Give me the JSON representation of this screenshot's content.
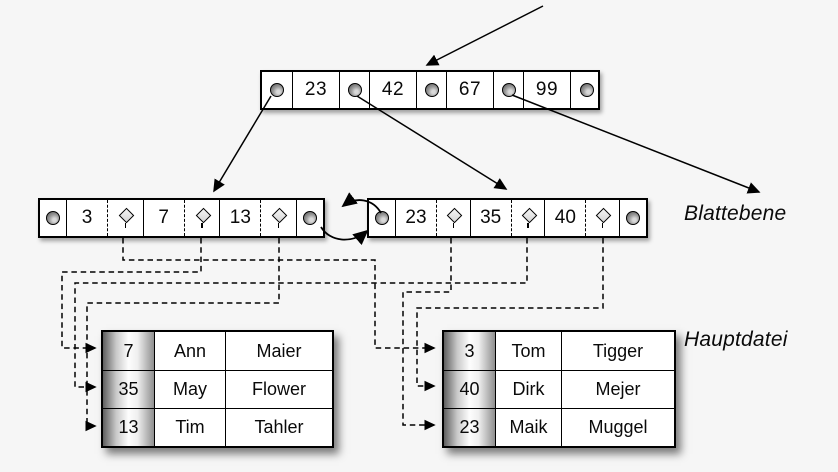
{
  "colors": {
    "background": "#f6f6f6",
    "ink": "#000000",
    "node_fill": "#ffffff",
    "pointer_circle_fill": "#8f8f8f",
    "key_column_edge": "#5f5f5f"
  },
  "icons": {
    "pointer_circle": "●",
    "record_pointer_diamond": "◇",
    "sibling_link": "⤸⤹",
    "arrow": "➤"
  },
  "labels": {
    "leaf_level": "Blattebene",
    "main_file": "Hauptdatei"
  },
  "index": {
    "root": {
      "keys": [
        "23",
        "42",
        "67",
        "99"
      ]
    },
    "leaves": [
      {
        "keys": [
          "3",
          "7",
          "13"
        ]
      },
      {
        "keys": [
          "23",
          "35",
          "40"
        ]
      }
    ]
  },
  "main_file": {
    "tables": [
      {
        "rows": [
          {
            "key": "7",
            "first": "Ann",
            "last": "Maier"
          },
          {
            "key": "35",
            "first": "May",
            "last": "Flower"
          },
          {
            "key": "13",
            "first": "Tim",
            "last": "Tahler"
          }
        ]
      },
      {
        "rows": [
          {
            "key": "3",
            "first": "Tom",
            "last": "Tigger"
          },
          {
            "key": "40",
            "first": "Dirk",
            "last": "Mejer"
          },
          {
            "key": "23",
            "first": "Maik",
            "last": "Muggel"
          }
        ]
      }
    ]
  }
}
